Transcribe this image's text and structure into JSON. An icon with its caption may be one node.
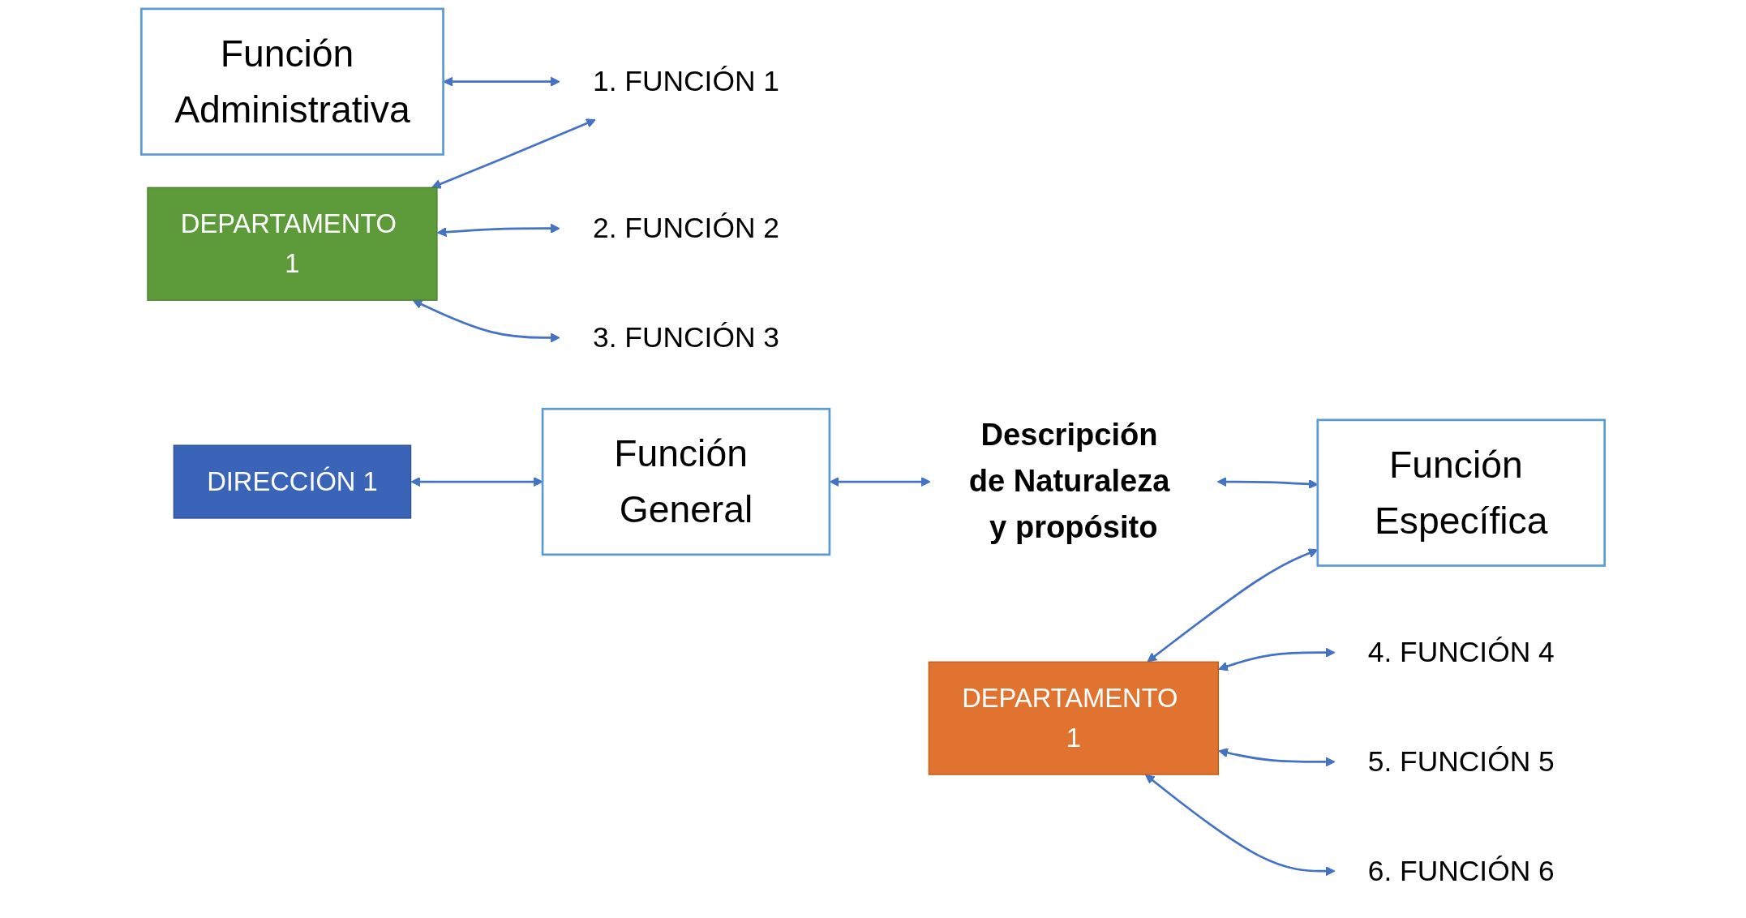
{
  "diagram": {
    "nodes": [
      {
        "text": [
          "Función Administrativa"
        ]
      },
      {
        "text": [
          "DIRECCIÓN 1"
        ]
      },
      {
        "text": [
          "1. FUNCIÓN 1"
        ]
      },
      {
        "text": [
          "2. FUNCIÓN 2"
        ]
      },
      {
        "text": [
          "3. FUNCIÓN 3"
        ]
      },
      {
        "text": [
          "4. FUNCIÓN 4"
        ]
      },
      {
        "text": [
          "5. FUNCIÓN 5"
        ]
      },
      {
        "text": [
          "6. FUNCIÓN 6"
        ]
      },
      {
        "text": [
          "DEPARTAMENTO 1"
        ]
      },
      {
        "text": [
          "DEPARTAMENTO 1"
        ]
      },
      {
        "text": [
          "Función General"
        ]
      },
      {
        "text": [
          "Descripción de Naturaleza y propósito"
        ]
      },
      {
        "text": [
          "Función Específica"
        ]
      }
    ],
    "edges": [
      {
        "from": 0,
        "to": 2,
        "arrow": "both"
      },
      {
        "from": 8,
        "to": 2,
        "arrow": "both"
      },
      {
        "from": 8,
        "to": 3,
        "arrow": "both"
      },
      {
        "from": 8,
        "to": 4,
        "arrow": "both"
      },
      {
        "from": 9,
        "to": 5,
        "arrow": "both"
      },
      {
        "from": 9,
        "to": 6,
        "arrow": "both"
      },
      {
        "from": 9,
        "to": 7,
        "arrow": "both"
      },
      {
        "from": 1,
        "to": 10,
        "arrow": "both"
      },
      {
        "from": 10,
        "to": 11,
        "arrow": "both"
      },
      {
        "from": 11,
        "to": 12,
        "arrow": "both"
      },
      {
        "from": 9,
        "to": 12,
        "arrow": "both"
      }
    ]
  }
}
